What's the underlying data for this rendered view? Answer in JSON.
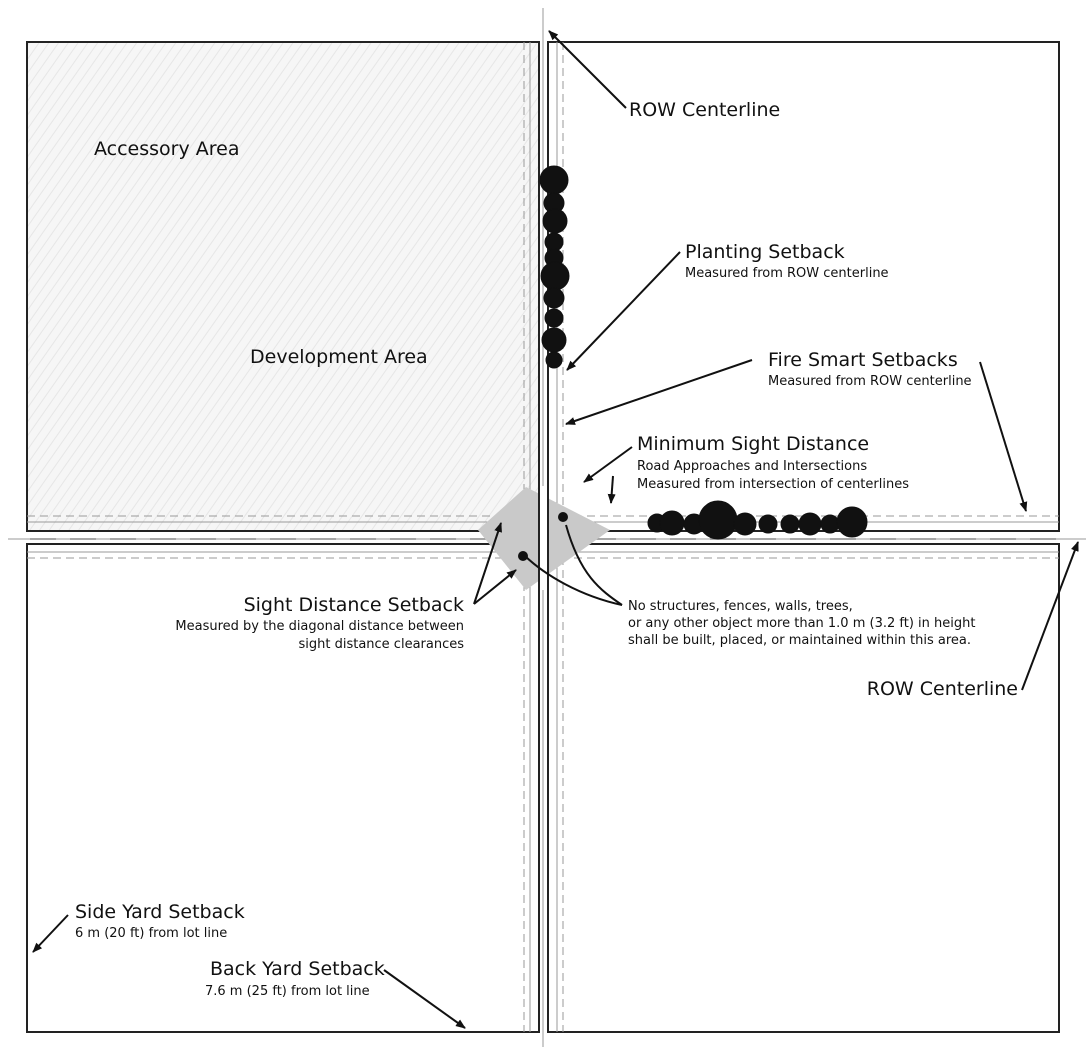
{
  "labels": {
    "row_centerline_top": "ROW Centerline",
    "accessory_area": "Accessory Area",
    "development_area": "Development Area",
    "planting_setback": {
      "title": "Planting Setback",
      "note": "Measured from ROW centerline"
    },
    "fire_smart_setbacks": {
      "title": "Fire Smart Setbacks",
      "note": "Measured from ROW centerline"
    },
    "minimum_sight_distance": {
      "title": "Minimum Sight Distance",
      "line1": "Road Approaches and Intersections",
      "line2": "Measured from intersection of centerlines"
    },
    "sight_distance_setback": {
      "title": "Sight Distance Setback",
      "line1": "Measured by the diagonal distance between",
      "line2": "sight distance clearances"
    },
    "no_structures_note": {
      "line1": "No structures, fences, walls, trees,",
      "line2": "or any other object more than 1.0 m (3.2 ft) in height",
      "line3": "shall be built, placed, or maintained within this area."
    },
    "row_centerline_right": "ROW Centerline",
    "side_yard_setback": {
      "title": "Side Yard Setback",
      "note": "6 m (20 ft) from lot line"
    },
    "back_yard_setback": {
      "title": "Back Yard Setback",
      "note": "7.6 m (25 ft) from lot line"
    }
  },
  "colors": {
    "lot_outline": "#222222",
    "sight_triangle": "#c8c8c8",
    "hatch": "#efefef",
    "tree": "#111111"
  }
}
